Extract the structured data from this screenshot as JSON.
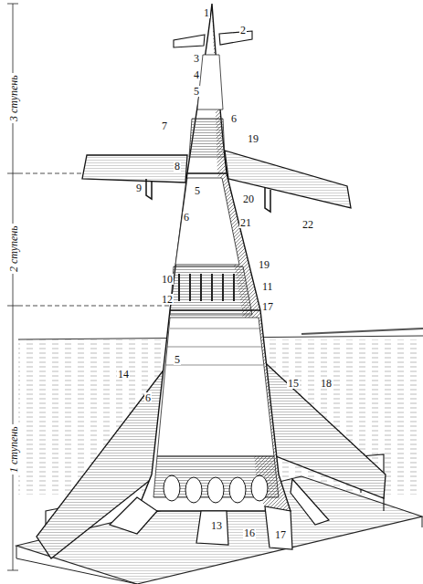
{
  "diagram": {
    "labels": [
      "3 ступень",
      "2 ступень",
      "1 ступень",
      "1",
      "2",
      "3",
      "4",
      "5",
      "6",
      "7",
      "19",
      "8",
      "9",
      "5",
      "20",
      "21",
      "22",
      "6",
      "10",
      "19",
      "11",
      "12",
      "17",
      "5",
      "14",
      "6",
      "15",
      "18",
      "13",
      "16",
      "17"
    ]
  }
}
